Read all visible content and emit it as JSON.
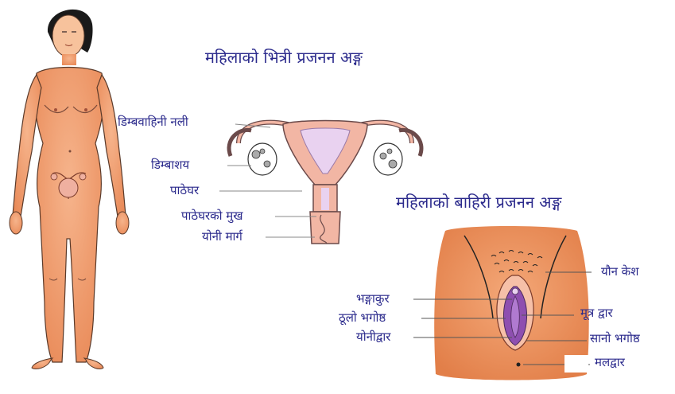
{
  "internal": {
    "title": "महिलाको भित्री प्रजनन अङ्ग",
    "labels": {
      "fallopian_tube": "डिम्बवाहिनी नली",
      "ovary": "डिम्बाशय",
      "uterus": "पाठेघर",
      "cervix": "पाठेघरको मुख",
      "vagina": "योनी मार्ग"
    }
  },
  "external": {
    "title": "महिलाको बाहिरी प्रजनन अङ्ग",
    "labels": {
      "pubic_hair": "यौन केश",
      "clitoris": "भङ्गाकुर",
      "labia_majora": "ठूलो भगोष्ठ",
      "vaginal_opening": "योनीद्वार",
      "urethral_opening": "मूत्र द्वार",
      "labia_minora": "सानो भगोष्ठ",
      "anus": "मलद्वार"
    }
  },
  "colors": {
    "skin": "#f0a074",
    "skin_dark": "#e07c4a",
    "organ_pink": "#f2b6a4",
    "inner_pale": "#e9d2f0",
    "label_blue": "#2b2a8c",
    "vulva_purple": "#8e4fb0"
  }
}
